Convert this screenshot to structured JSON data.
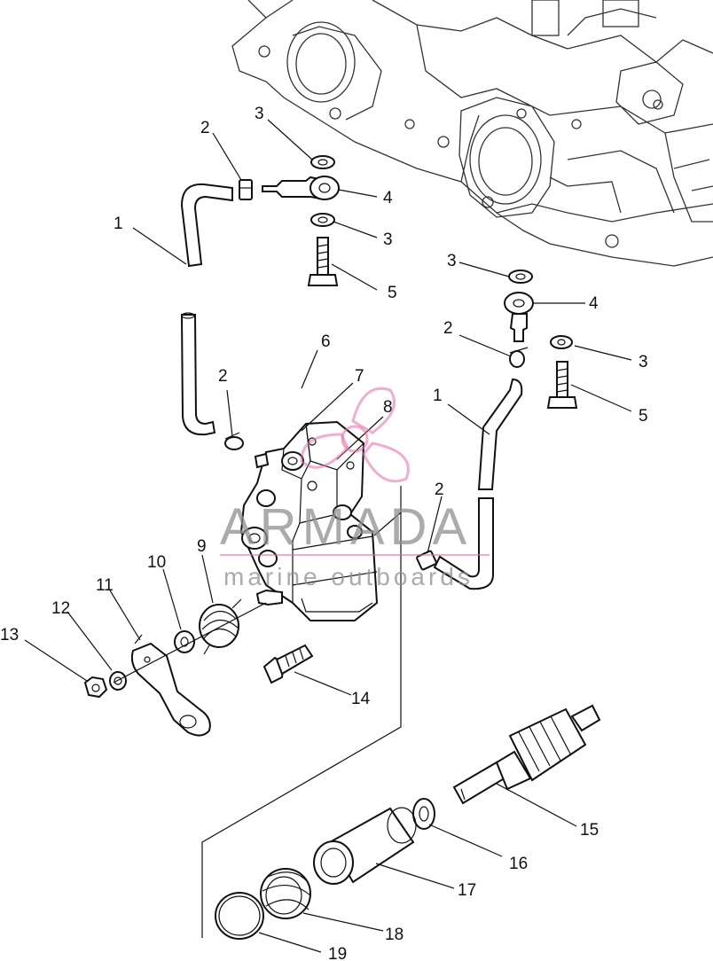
{
  "watermark": {
    "brand": "ARMADA",
    "tagline": "marine outboards",
    "logo_icon": "propeller-icon",
    "brand_color": "#8f8f8f",
    "logo_color": "#e46aa8"
  },
  "callouts": {
    "n1": "1",
    "n2": "2",
    "n3": "3",
    "n4": "4",
    "n5": "5",
    "n6": "6",
    "n7": "7",
    "n8": "8",
    "n9": "9",
    "n10": "10",
    "n11": "11",
    "n12": "12",
    "n13": "13",
    "n14": "14",
    "n15": "15",
    "n16": "16",
    "n17": "17",
    "n18": "18",
    "n19": "19"
  }
}
